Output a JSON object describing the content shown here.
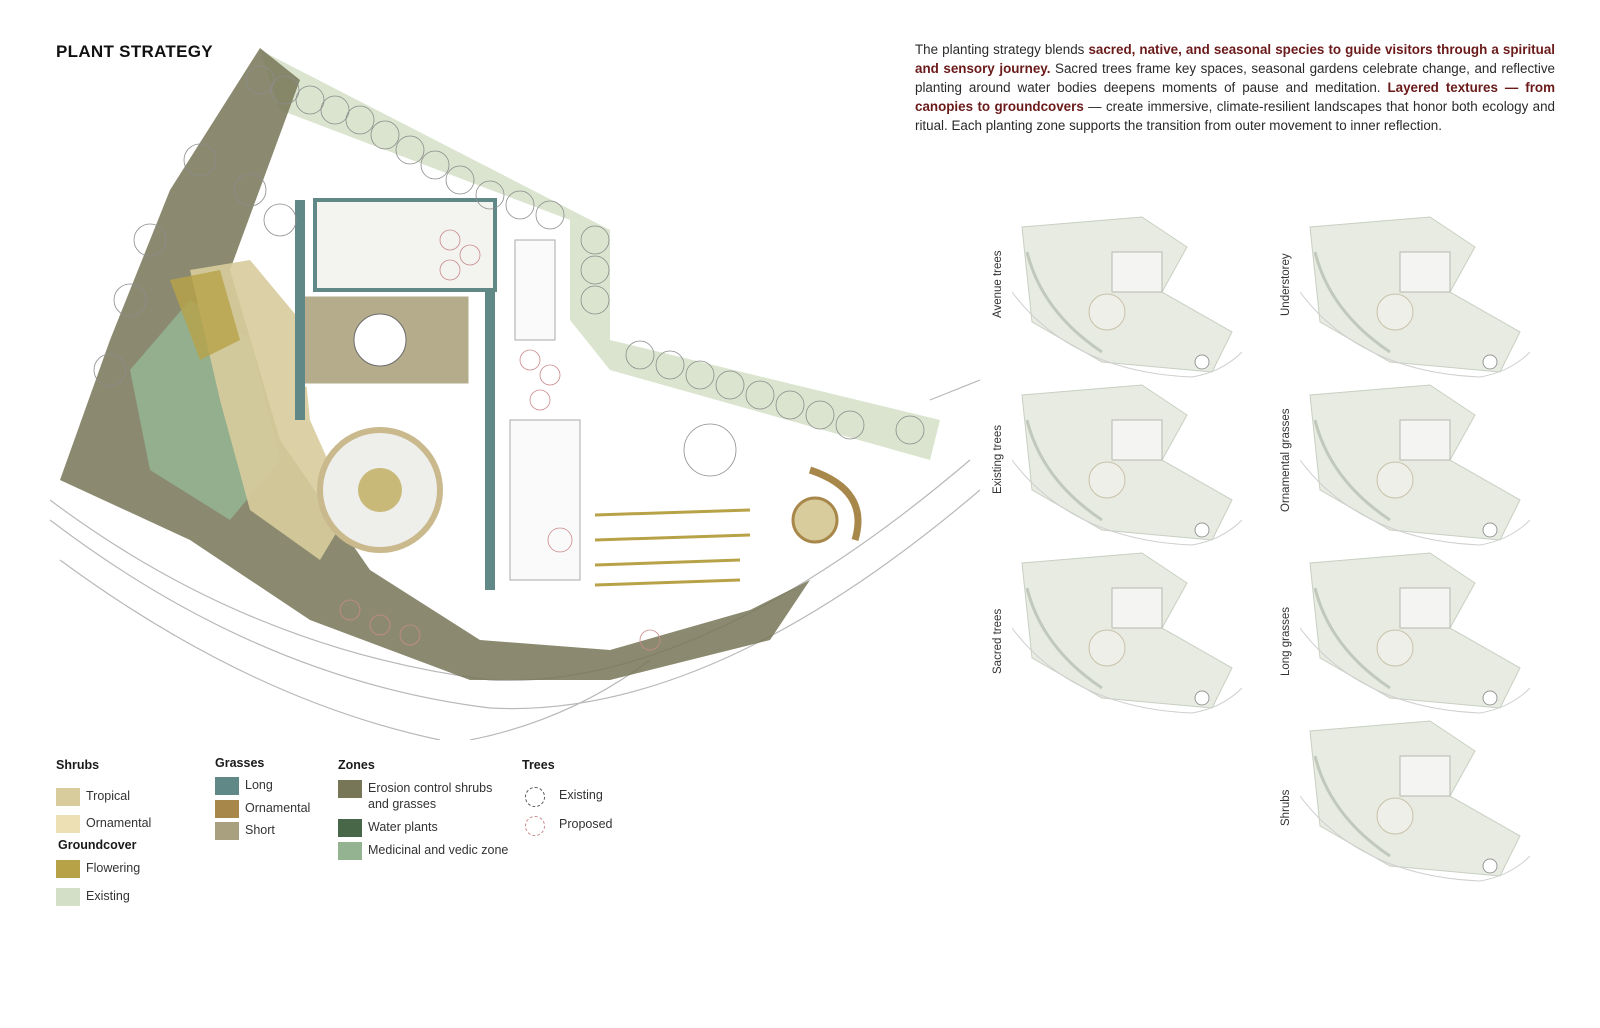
{
  "title": "PLANT STRATEGY",
  "description": [
    {
      "text": "The planting strategy blends ",
      "highlight": false
    },
    {
      "text": "sacred, native, and seasonal species to guide visitors through a spiritual and sensory journey.",
      "highlight": true
    },
    {
      "text": " Sacred trees frame key spaces, seasonal gardens celebrate change, and reflective planting around water bodies deepens moments of pause and meditation. ",
      "highlight": false
    },
    {
      "text": "Layered textures — from canopies to groundcovers",
      "highlight": true
    },
    {
      "text": " — create immersive, climate-resilient landscapes that honor both ecology and ritual. Each planting zone supports the transition from outer movement to inner reflection.",
      "highlight": false
    }
  ],
  "legend": {
    "shrubs": {
      "heading": "Shrubs",
      "items": [
        {
          "label": "Tropical",
          "color": "#d8cc9c"
        },
        {
          "label": "Ornamental",
          "color": "#ede0b4"
        }
      ]
    },
    "groundcover": {
      "heading": "Groundcover",
      "items": [
        {
          "label": "Flowering",
          "color": "#b8a248"
        },
        {
          "label": "Existing",
          "color": "#d3dfc6"
        }
      ]
    },
    "grasses": {
      "heading": "Grasses",
      "items": [
        {
          "label": "Long",
          "color": "#5f8886"
        },
        {
          "label": "Ornamental",
          "color": "#a8874b"
        },
        {
          "label": "Short",
          "color": "#a9a080"
        }
      ]
    },
    "zones": {
      "heading": "Zones",
      "items": [
        {
          "label": "Erosion control shrubs and grasses",
          "color": "#777657"
        },
        {
          "label": "Water plants",
          "color": "#486748"
        },
        {
          "label": "Medicinal and vedic zone",
          "color": "#93b391"
        }
      ]
    },
    "trees": {
      "heading": "Trees",
      "items": [
        {
          "label": "Existing",
          "color": "#555555"
        },
        {
          "label": "Proposed",
          "color": "#c98a8a"
        }
      ]
    }
  },
  "thumbnails": [
    {
      "label": "Avenue trees"
    },
    {
      "label": "Understorey"
    },
    {
      "label": "Existing trees"
    },
    {
      "label": "Ornamental grasses"
    },
    {
      "label": "Sacred trees"
    },
    {
      "label": "Long grasses"
    },
    {
      "label": "Shrubs"
    }
  ]
}
